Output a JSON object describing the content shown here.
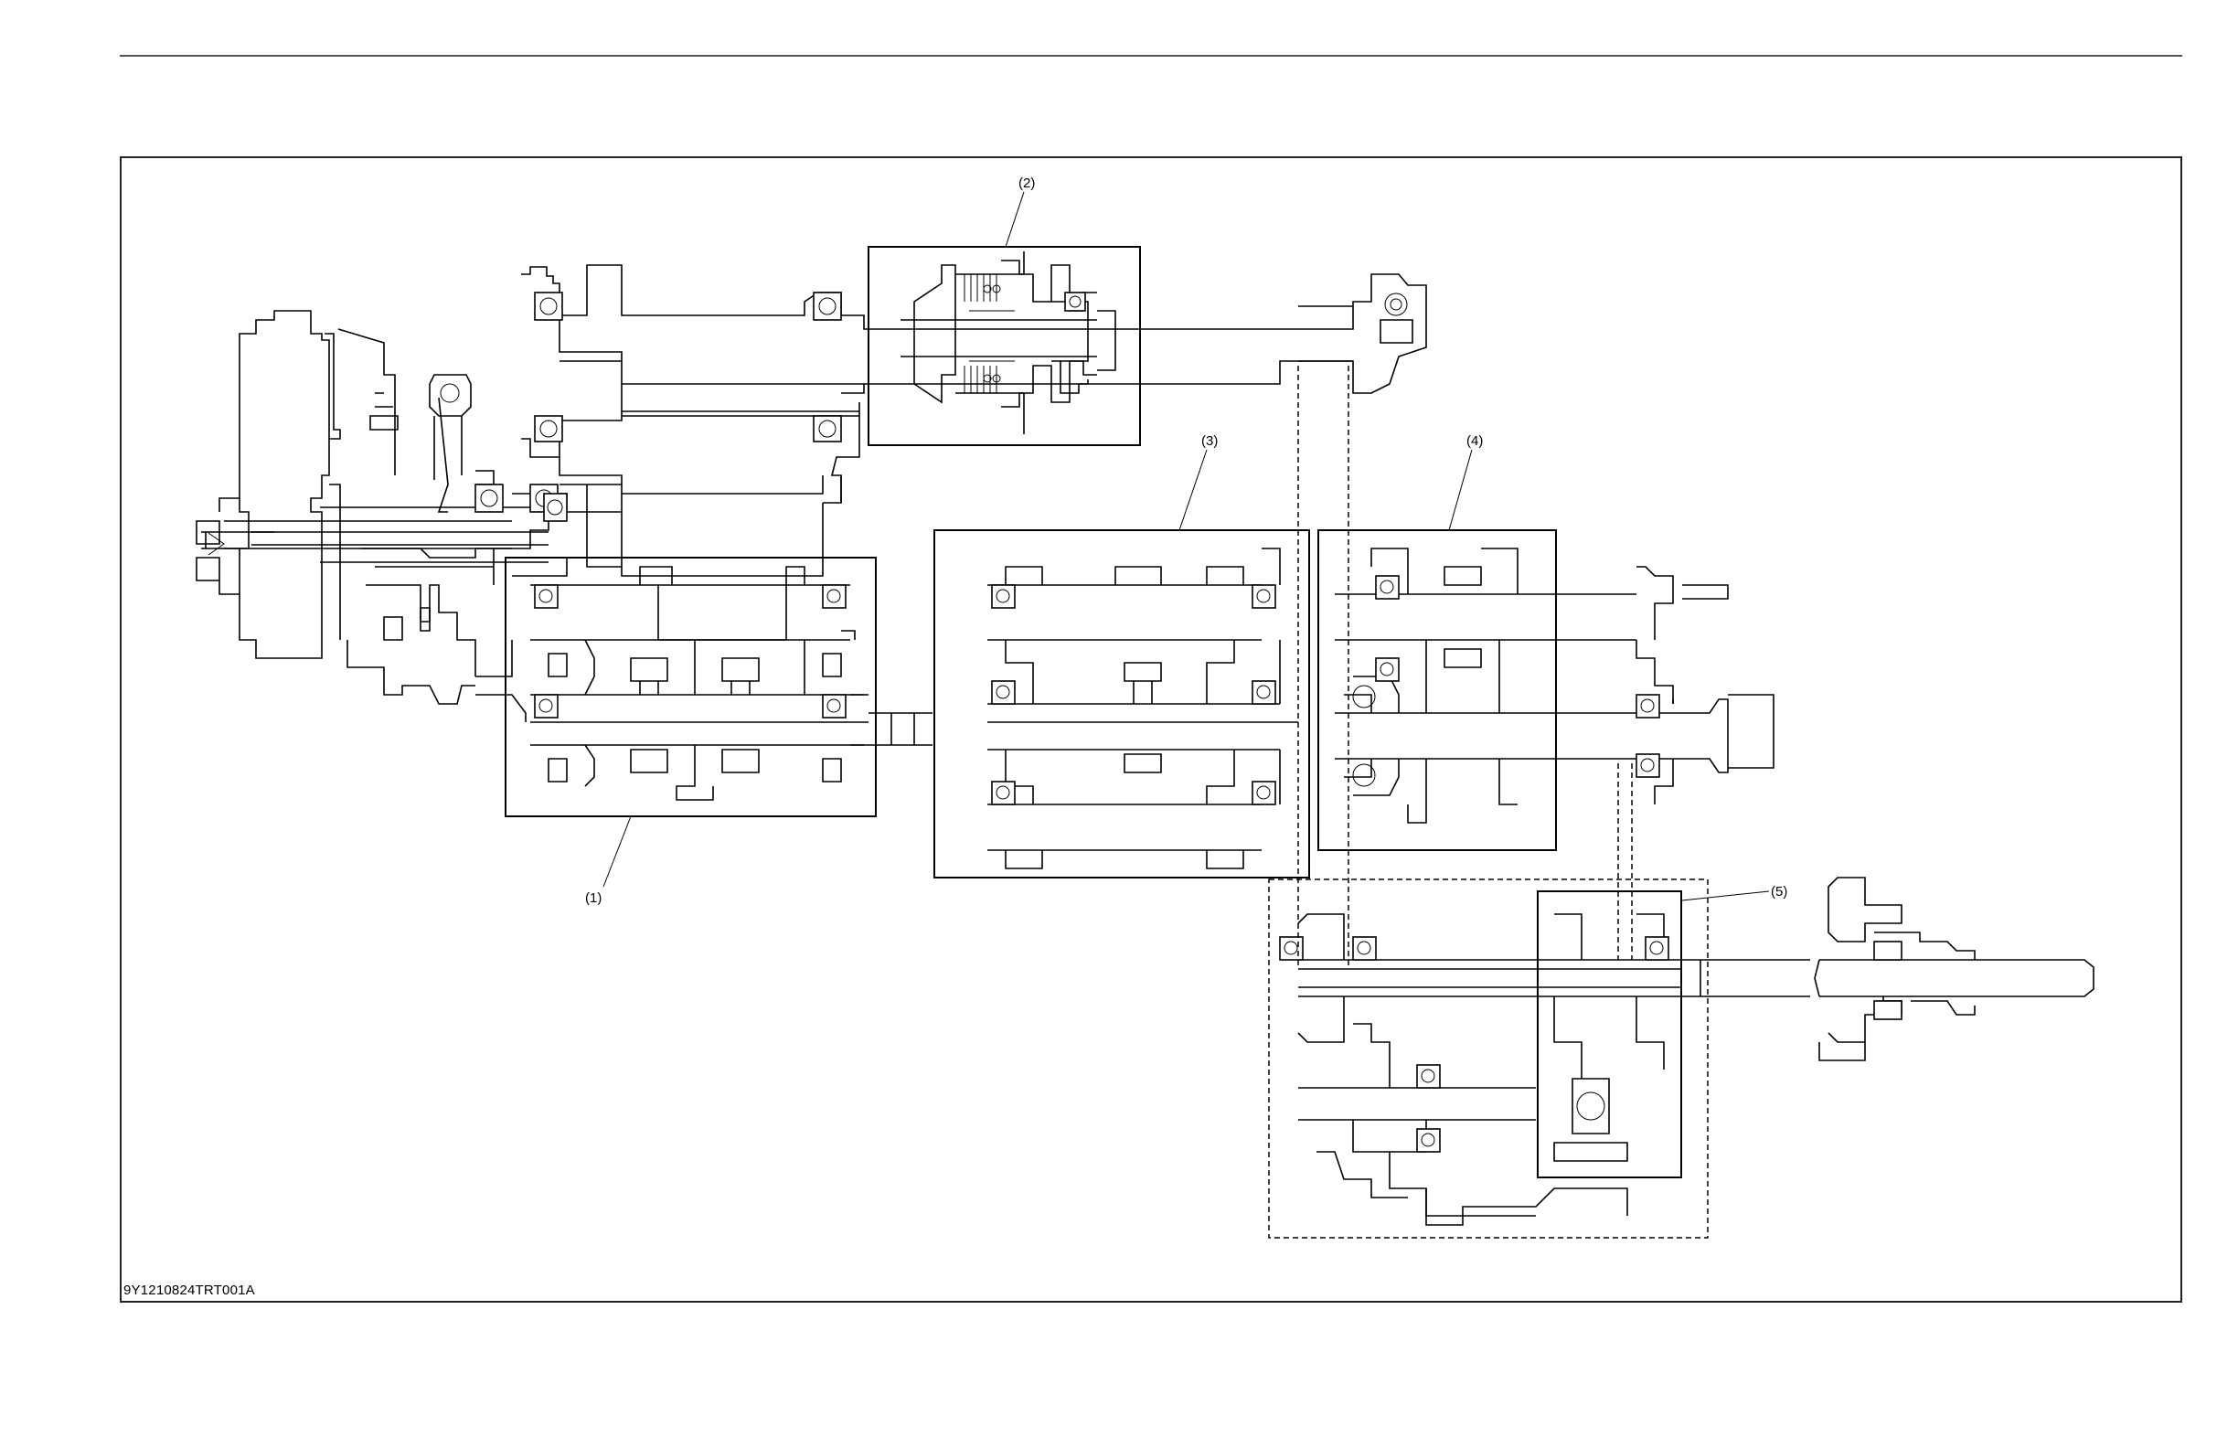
{
  "figure_id": "9Y1210824TRT001A",
  "callouts": [
    {
      "label": "(1)"
    },
    {
      "label": "(2)"
    },
    {
      "label": "(3)"
    },
    {
      "label": "(4)"
    },
    {
      "label": "(5)"
    }
  ],
  "colors": {
    "line": "#000000",
    "background": "#ffffff",
    "rule": "#555555"
  }
}
